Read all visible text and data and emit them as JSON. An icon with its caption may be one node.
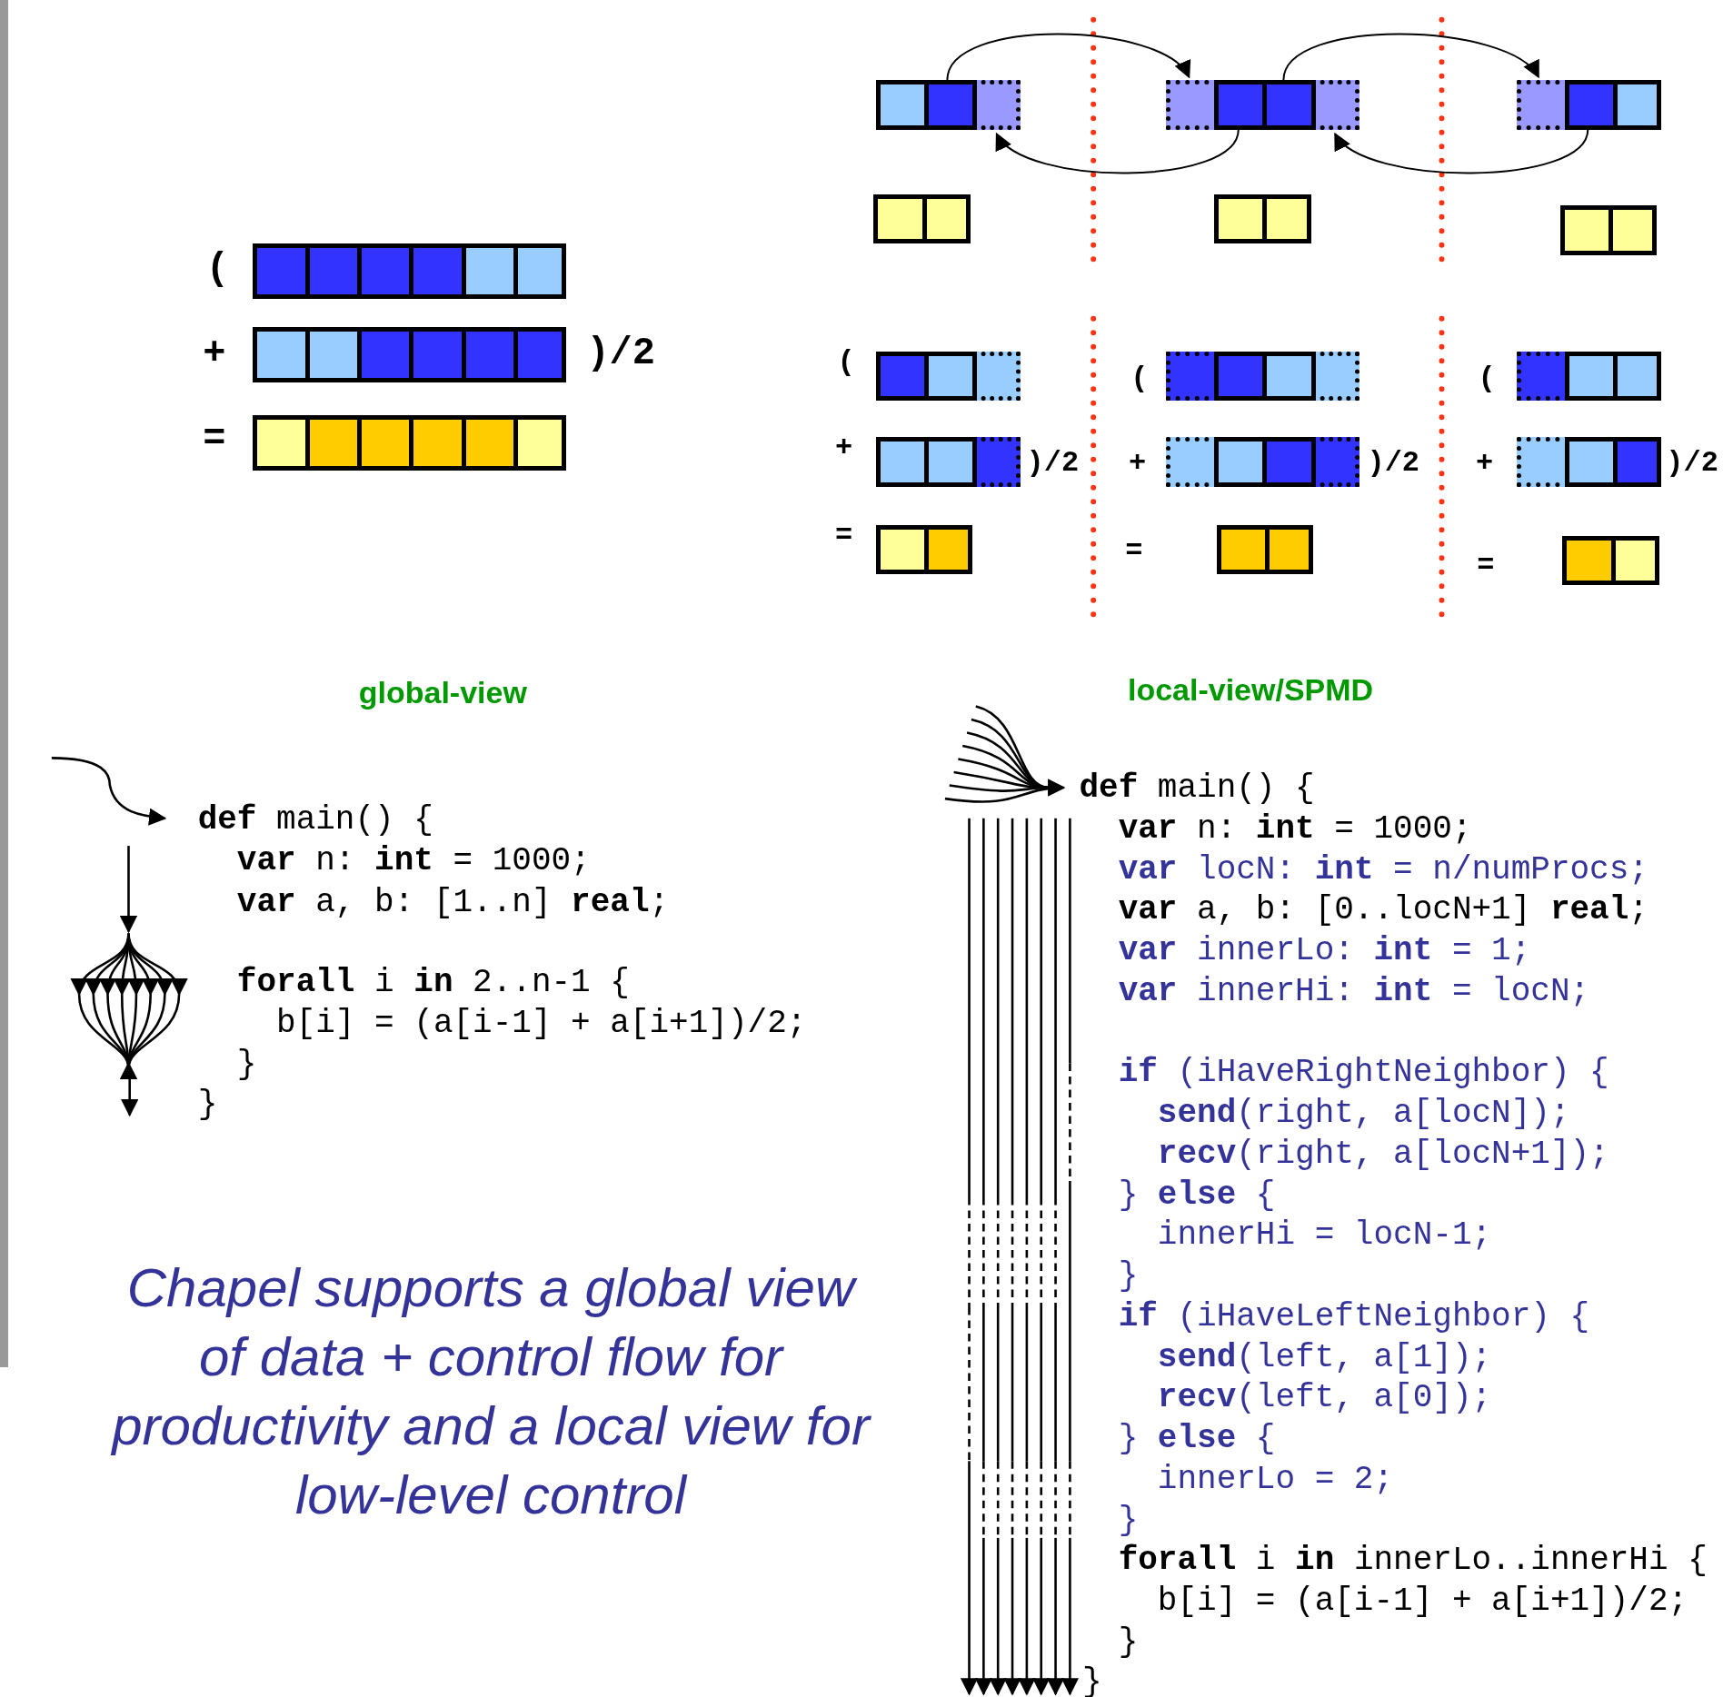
{
  "diagram": {
    "caption": "Chapel supports a global view of data + control flow for productivity and a local view for low-level control",
    "nodes": [
      {
        "text": [],
        "shape": "box"
      },
      {
        "text": [],
        "shape": "box"
      },
      {
        "text": [],
        "shape": "box"
      }
    ],
    "edges": [
      {
        "from": 0,
        "to": 1,
        "arrow": "to"
      },
      {
        "from": 1,
        "to": 0,
        "arrow": "to"
      },
      {
        "from": 1,
        "to": 2,
        "arrow": "to"
      },
      {
        "from": 2,
        "to": 1,
        "arrow": "to"
      }
    ],
    "labels": [
      "(",
      "+",
      ")/2",
      "=",
      "(",
      "+",
      ")/2",
      "=",
      "(",
      "+",
      ")/2",
      "=",
      "(",
      "+",
      ")/2",
      "=",
      "global-view",
      "local-view/SPMD",
      "**def** main() {",
      "**var** n: **int** = 1000;",
      "**var** a, b: [1..n] **real**;",
      "**forall** i **in** 2..n-1 {",
      "b[i] = (a[i-1] + a[i+1])/2;",
      "}",
      "}",
      "**def** main() {",
      "**var** n: **int** = 1000;",
      "**var** locN: **int** = n/numProcs;",
      "**var** a, b: [0..locN+1] **real**;",
      "**var** innerLo: **int** = 1;",
      "**var** innerHi: **int** = locN;",
      "**if** (iHaveRightNeighbor) {",
      "**send**(right, a[locN]);",
      "**recv**(right, a[locN+1]);",
      "} **else** {",
      "innerHi = locN-1;",
      "}",
      "**if** (iHaveLeftNeighbor) {",
      "**send**(left, a[1]);",
      "**recv**(left, a[0]);",
      "} **else** {",
      "innerLo = 2;",
      "}",
      "**forall** i **in** innerLo..innerHi {",
      "b[i] = (a[i-1] + a[i+1])/2;",
      "}",
      "}"
    ]
  }
}
